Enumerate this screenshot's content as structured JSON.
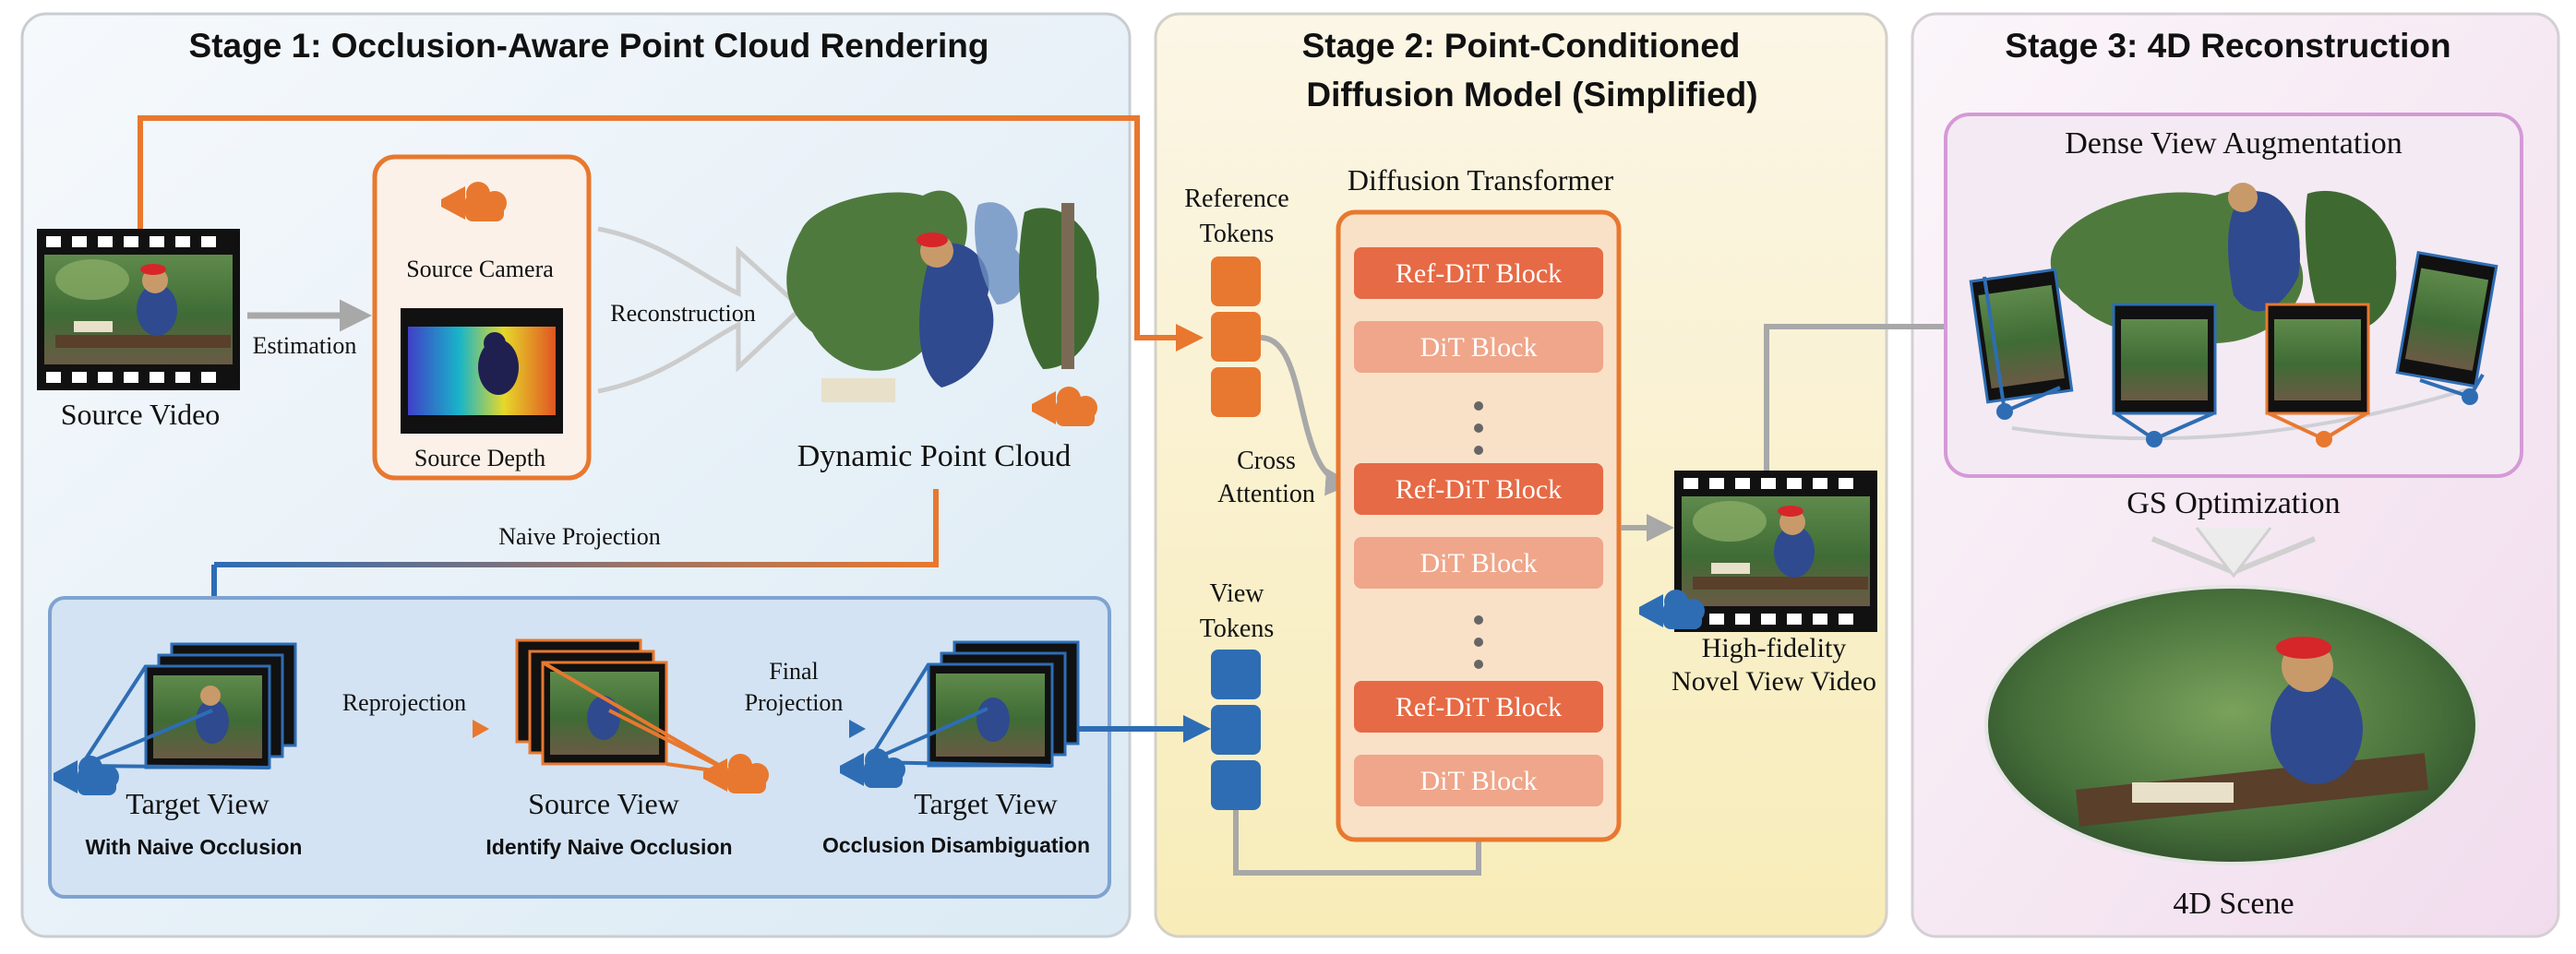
{
  "stage1": {
    "title": "Stage 1:  Occlusion-Aware Point Cloud Rendering",
    "source_video": "Source Video",
    "estimation": "Estimation",
    "source_camera": "Source Camera",
    "source_depth": "Source Depth",
    "reconstruction": "Reconstruction",
    "dynamic_point_cloud": "Dynamic Point Cloud",
    "naive_projection": "Naive Projection",
    "reprojection": "Reprojection",
    "final_projection_1": "Final",
    "final_projection_2": "Projection",
    "target_view_a": "Target View",
    "target_view_a_sub": "With Naive Occlusion",
    "source_view": "Source View",
    "source_view_sub": "Identify Naive Occlusion",
    "target_view_b": "Target View",
    "target_view_b_sub": "Occlusion Disambiguation"
  },
  "stage2": {
    "title_1": "Stage 2:  Point-Conditioned",
    "title_2": "Diffusion Model (Simplified)",
    "reference_tokens_1": "Reference",
    "reference_tokens_2": "Tokens",
    "cross_attention_1": "Cross",
    "cross_attention_2": "Attention",
    "view_tokens_1": "View",
    "view_tokens_2": "Tokens",
    "dit_title": "Diffusion Transformer",
    "ref_block": "Ref-DiT Block",
    "dit_block": "DiT Block",
    "output_1": "High-fidelity",
    "output_2": "Novel View Video"
  },
  "stage3": {
    "title": "Stage 3:  4D Reconstruction",
    "dense_view": "Dense View Augmentation",
    "gs_optimization": "GS Optimization",
    "scene": "4D Scene"
  },
  "colors": {
    "orange": "#e8782f",
    "blue": "#2e6db4",
    "gray": "#a8a8a8",
    "ref_block": "#e66a45",
    "dit_block": "#efa68a"
  }
}
